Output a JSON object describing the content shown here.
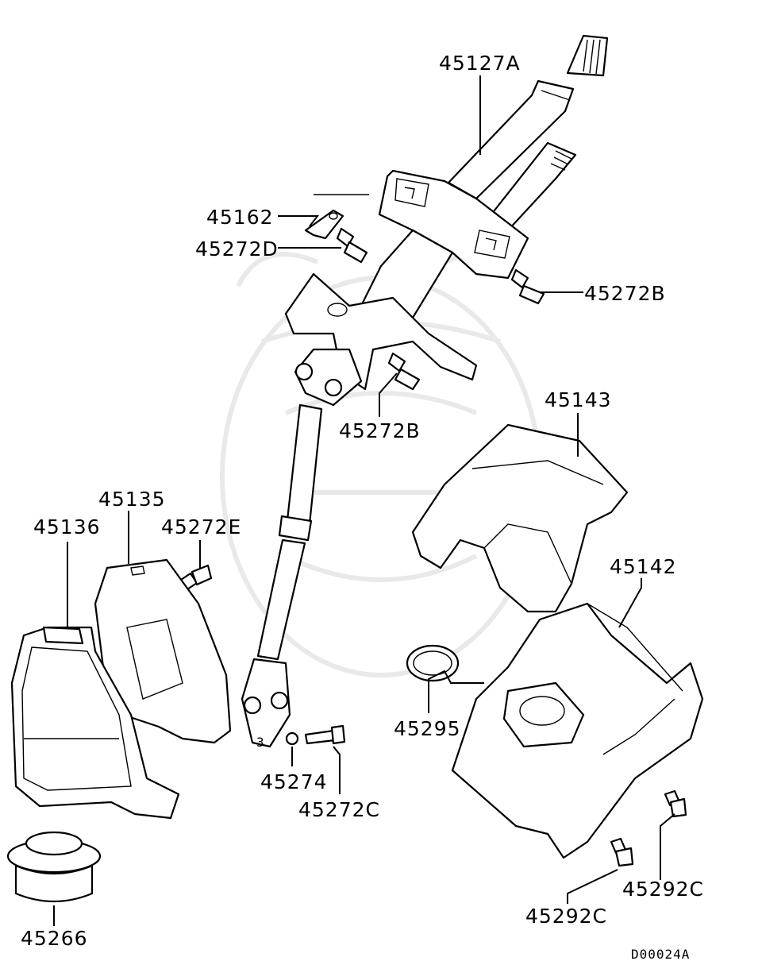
{
  "diagram_code": "D00024A",
  "callouts": [
    {
      "id": "p45127a",
      "text": "45127A"
    },
    {
      "id": "p45162",
      "text": "45162"
    },
    {
      "id": "p45272d",
      "text": "45272D"
    },
    {
      "id": "p45272b_top",
      "text": "45272B"
    },
    {
      "id": "p45272b_mid",
      "text": "45272B"
    },
    {
      "id": "p45143",
      "text": "45143"
    },
    {
      "id": "p45135",
      "text": "45135"
    },
    {
      "id": "p45136",
      "text": "45136"
    },
    {
      "id": "p45272e",
      "text": "45272E"
    },
    {
      "id": "p45142",
      "text": "45142"
    },
    {
      "id": "p45295",
      "text": "45295"
    },
    {
      "id": "p45274",
      "text": "45274"
    },
    {
      "id": "p45272c",
      "text": "45272C"
    },
    {
      "id": "p45292c_right",
      "text": "45292C"
    },
    {
      "id": "p45292c_bottom",
      "text": "45292C"
    },
    {
      "id": "p45266",
      "text": "45266"
    }
  ]
}
